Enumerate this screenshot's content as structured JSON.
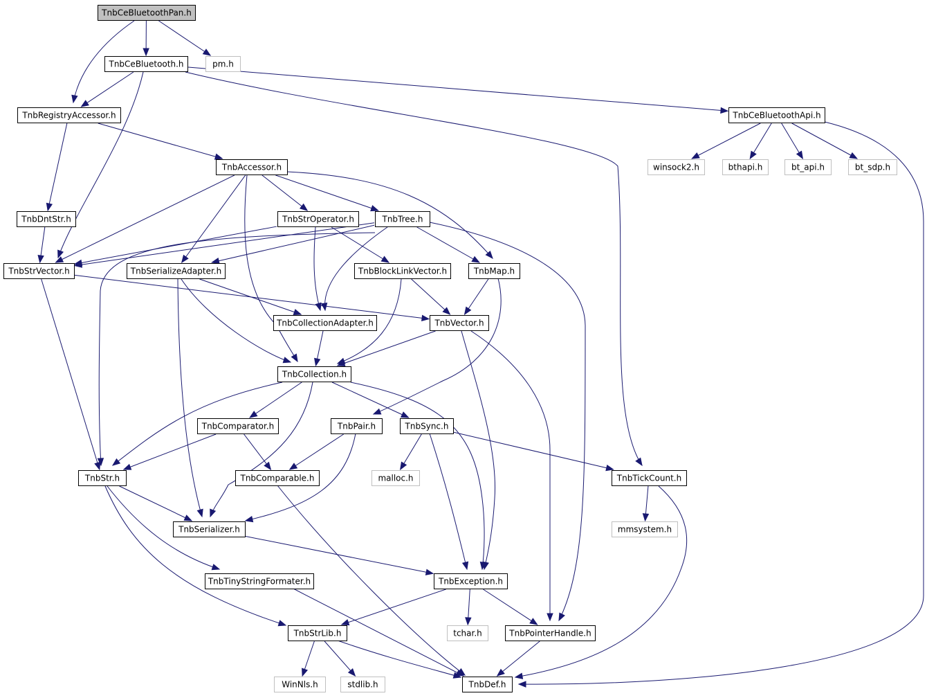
{
  "diagram": {
    "nodes": [
      {
        "id": "ceBluetoothPan",
        "label": "TnbCeBluetoothPan.h",
        "kind": "root"
      },
      {
        "id": "ceBluetooth",
        "label": "TnbCeBluetooth.h",
        "kind": "file"
      },
      {
        "id": "pm",
        "label": "pm.h",
        "kind": "external"
      },
      {
        "id": "registryAccessor",
        "label": "TnbRegistryAccessor.h",
        "kind": "file"
      },
      {
        "id": "ceBluetoothApi",
        "label": "TnbCeBluetoothApi.h",
        "kind": "file"
      },
      {
        "id": "accessor",
        "label": "TnbAccessor.h",
        "kind": "file"
      },
      {
        "id": "winsock2",
        "label": "winsock2.h",
        "kind": "external"
      },
      {
        "id": "bthapi",
        "label": "bthapi.h",
        "kind": "external"
      },
      {
        "id": "btapi",
        "label": "bt_api.h",
        "kind": "external"
      },
      {
        "id": "btsdp",
        "label": "bt_sdp.h",
        "kind": "external"
      },
      {
        "id": "dntStr",
        "label": "TnbDntStr.h",
        "kind": "file"
      },
      {
        "id": "strOperator",
        "label": "TnbStrOperator.h",
        "kind": "file"
      },
      {
        "id": "tree",
        "label": "TnbTree.h",
        "kind": "file"
      },
      {
        "id": "strVector",
        "label": "TnbStrVector.h",
        "kind": "file"
      },
      {
        "id": "serializeAdapter",
        "label": "TnbSerializeAdapter.h",
        "kind": "file"
      },
      {
        "id": "blockLinkVector",
        "label": "TnbBlockLinkVector.h",
        "kind": "file"
      },
      {
        "id": "map",
        "label": "TnbMap.h",
        "kind": "file"
      },
      {
        "id": "collectionAdapter",
        "label": "TnbCollectionAdapter.h",
        "kind": "file"
      },
      {
        "id": "vector",
        "label": "TnbVector.h",
        "kind": "file"
      },
      {
        "id": "collection",
        "label": "TnbCollection.h",
        "kind": "file"
      },
      {
        "id": "comparator",
        "label": "TnbComparator.h",
        "kind": "file"
      },
      {
        "id": "pair",
        "label": "TnbPair.h",
        "kind": "file"
      },
      {
        "id": "sync",
        "label": "TnbSync.h",
        "kind": "file"
      },
      {
        "id": "str",
        "label": "TnbStr.h",
        "kind": "file"
      },
      {
        "id": "comparable",
        "label": "TnbComparable.h",
        "kind": "file"
      },
      {
        "id": "malloc",
        "label": "malloc.h",
        "kind": "external"
      },
      {
        "id": "tickCount",
        "label": "TnbTickCount.h",
        "kind": "file"
      },
      {
        "id": "serializer",
        "label": "TnbSerializer.h",
        "kind": "file"
      },
      {
        "id": "mmsystem",
        "label": "mmsystem.h",
        "kind": "external"
      },
      {
        "id": "tinyStringFormater",
        "label": "TnbTinyStringFormater.h",
        "kind": "file"
      },
      {
        "id": "exception",
        "label": "TnbException.h",
        "kind": "file"
      },
      {
        "id": "strLib",
        "label": "TnbStrLib.h",
        "kind": "file"
      },
      {
        "id": "tchar",
        "label": "tchar.h",
        "kind": "external"
      },
      {
        "id": "pointerHandle",
        "label": "TnbPointerHandle.h",
        "kind": "file"
      },
      {
        "id": "winNls",
        "label": "WinNls.h",
        "kind": "external"
      },
      {
        "id": "stdlib",
        "label": "stdlib.h",
        "kind": "external"
      },
      {
        "id": "def",
        "label": "TnbDef.h",
        "kind": "file"
      }
    ],
    "edges": [
      [
        "ceBluetoothPan",
        "ceBluetooth"
      ],
      [
        "ceBluetoothPan",
        "pm"
      ],
      [
        "ceBluetoothPan",
        "registryAccessor"
      ],
      [
        "ceBluetooth",
        "registryAccessor"
      ],
      [
        "ceBluetooth",
        "strVector"
      ],
      [
        "ceBluetooth",
        "ceBluetoothApi"
      ],
      [
        "ceBluetooth",
        "tickCount"
      ],
      [
        "registryAccessor",
        "accessor"
      ],
      [
        "registryAccessor",
        "dntStr"
      ],
      [
        "ceBluetoothApi",
        "winsock2"
      ],
      [
        "ceBluetoothApi",
        "bthapi"
      ],
      [
        "ceBluetoothApi",
        "btapi"
      ],
      [
        "ceBluetoothApi",
        "btsdp"
      ],
      [
        "ceBluetoothApi",
        "def"
      ],
      [
        "accessor",
        "strOperator"
      ],
      [
        "accessor",
        "tree"
      ],
      [
        "accessor",
        "strVector"
      ],
      [
        "accessor",
        "serializeAdapter"
      ],
      [
        "accessor",
        "map"
      ],
      [
        "accessor",
        "collection"
      ],
      [
        "dntStr",
        "strVector"
      ],
      [
        "strOperator",
        "strVector"
      ],
      [
        "strOperator",
        "blockLinkVector"
      ],
      [
        "strOperator",
        "collectionAdapter"
      ],
      [
        "tree",
        "strVector"
      ],
      [
        "tree",
        "serializeAdapter"
      ],
      [
        "tree",
        "map"
      ],
      [
        "tree",
        "collectionAdapter"
      ],
      [
        "tree",
        "str"
      ],
      [
        "tree",
        "pointerHandle"
      ],
      [
        "strVector",
        "vector"
      ],
      [
        "strVector",
        "str"
      ],
      [
        "serializeAdapter",
        "collectionAdapter"
      ],
      [
        "serializeAdapter",
        "collection"
      ],
      [
        "serializeAdapter",
        "serializer"
      ],
      [
        "blockLinkVector",
        "vector"
      ],
      [
        "blockLinkVector",
        "collection"
      ],
      [
        "map",
        "vector"
      ],
      [
        "map",
        "pair"
      ],
      [
        "collectionAdapter",
        "collection"
      ],
      [
        "vector",
        "collection"
      ],
      [
        "vector",
        "exception"
      ],
      [
        "vector",
        "pointerHandle"
      ],
      [
        "collection",
        "comparator"
      ],
      [
        "collection",
        "sync"
      ],
      [
        "collection",
        "str"
      ],
      [
        "collection",
        "serializer"
      ],
      [
        "collection",
        "exception"
      ],
      [
        "comparator",
        "str"
      ],
      [
        "comparator",
        "comparable"
      ],
      [
        "pair",
        "comparable"
      ],
      [
        "pair",
        "serializer"
      ],
      [
        "sync",
        "malloc"
      ],
      [
        "sync",
        "tickCount"
      ],
      [
        "sync",
        "exception"
      ],
      [
        "str",
        "serializer"
      ],
      [
        "str",
        "tinyStringFormater"
      ],
      [
        "str",
        "strLib"
      ],
      [
        "comparable",
        "def"
      ],
      [
        "tickCount",
        "mmsystem"
      ],
      [
        "tickCount",
        "def"
      ],
      [
        "serializer",
        "exception"
      ],
      [
        "tinyStringFormater",
        "def"
      ],
      [
        "exception",
        "strLib"
      ],
      [
        "exception",
        "tchar"
      ],
      [
        "exception",
        "pointerHandle"
      ],
      [
        "strLib",
        "winNls"
      ],
      [
        "strLib",
        "stdlib"
      ],
      [
        "strLib",
        "def"
      ],
      [
        "pointerHandle",
        "def"
      ]
    ]
  },
  "colors": {
    "edge": "#191970",
    "root_fill": "#c0c0c0",
    "external_border": "#bfbfbf"
  }
}
